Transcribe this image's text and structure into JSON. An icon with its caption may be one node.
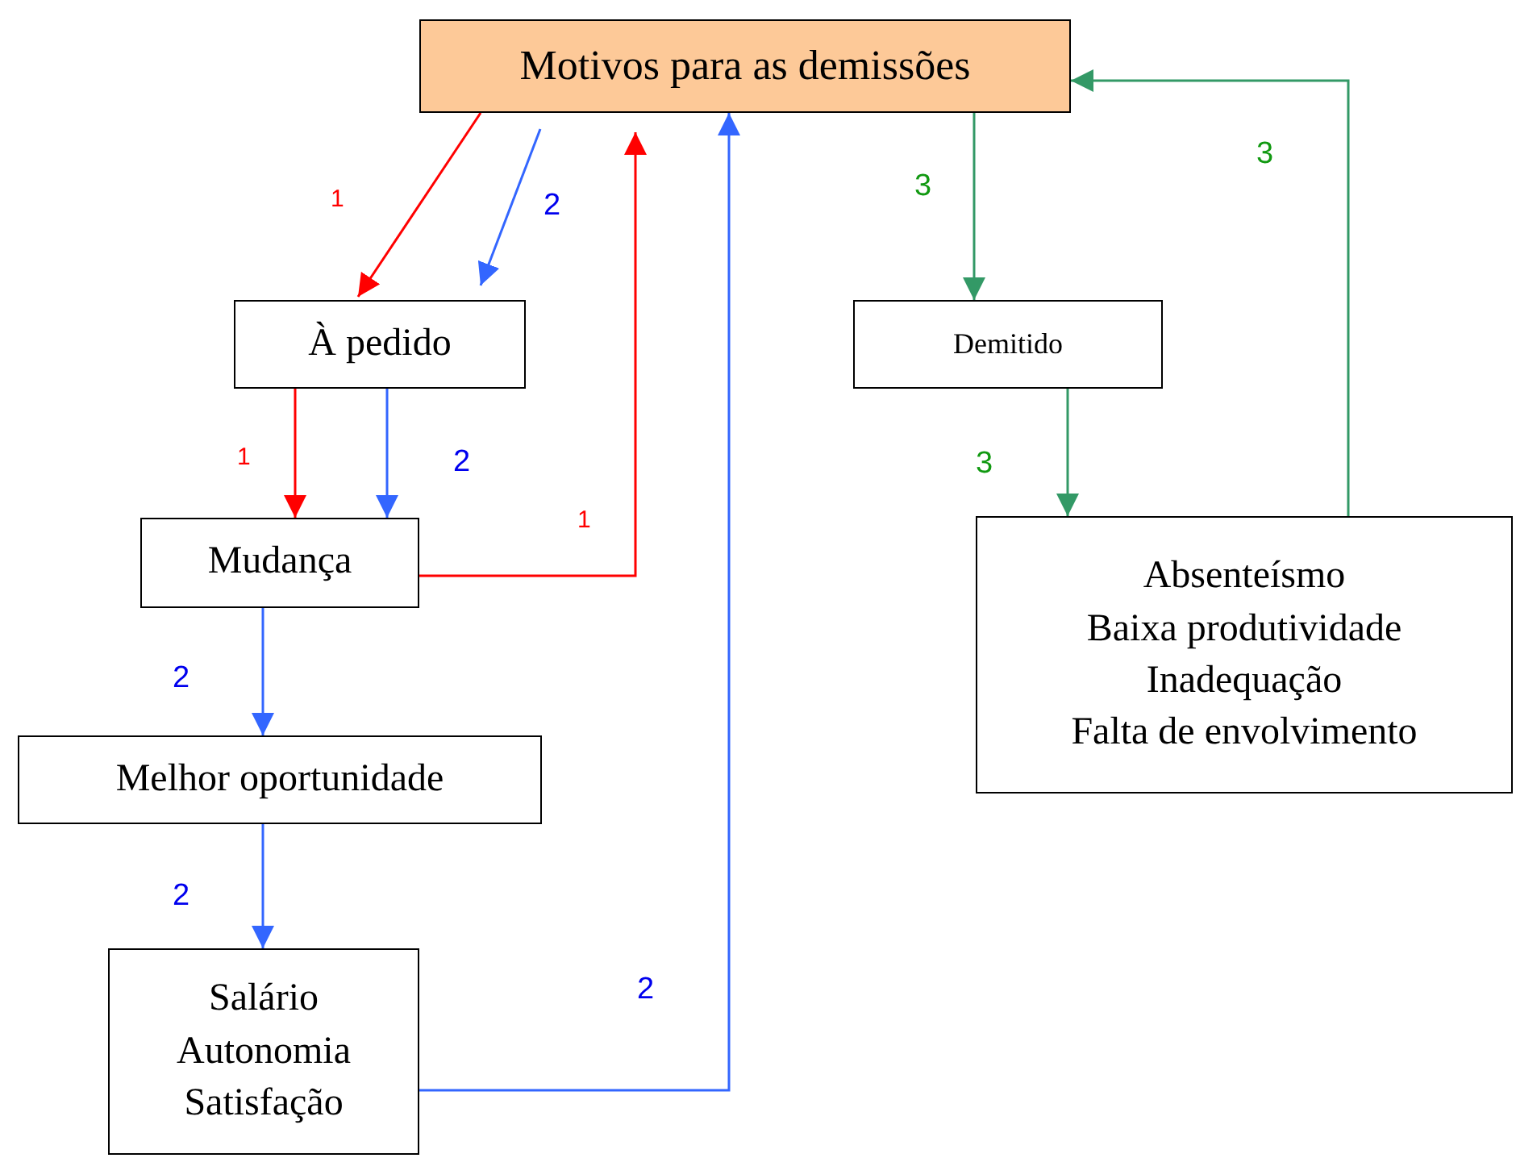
{
  "diagram": {
    "nodes": [
      {
        "text": [
          "Motivos para as demissões"
        ]
      },
      {
        "text": [
          "À pedido"
        ]
      },
      {
        "text": [
          "Demitido"
        ]
      },
      {
        "text": [
          "Mudança"
        ]
      },
      {
        "text": [
          "Absenteísmo",
          "Baixa produtividade",
          "Inadequação",
          "Falta de envolvimento"
        ]
      },
      {
        "text": [
          "Melhor oportunidade"
        ]
      },
      {
        "text": [
          "Salário",
          "Autonomia",
          "Satisfação"
        ]
      }
    ],
    "edges": [
      {
        "from": 0,
        "to": 1,
        "arrow": "to",
        "label": "1",
        "color": "#ff0000"
      },
      {
        "from": 0,
        "to": 1,
        "arrow": "to",
        "label": "2",
        "color": "#3366ff"
      },
      {
        "from": 1,
        "to": 3,
        "arrow": "to",
        "label": "1",
        "color": "#ff0000"
      },
      {
        "from": 1,
        "to": 3,
        "arrow": "to",
        "label": "2",
        "color": "#3366ff"
      },
      {
        "from": 3,
        "to": 0,
        "arrow": "to",
        "label": "1",
        "color": "#ff0000"
      },
      {
        "from": 3,
        "to": 5,
        "arrow": "to",
        "label": "2",
        "color": "#3366ff"
      },
      {
        "from": 5,
        "to": 6,
        "arrow": "to",
        "label": "2",
        "color": "#3366ff"
      },
      {
        "from": 6,
        "to": 0,
        "arrow": "to",
        "label": "2",
        "color": "#3366ff"
      },
      {
        "from": 0,
        "to": 2,
        "arrow": "to",
        "label": "3",
        "color": "#339966"
      },
      {
        "from": 2,
        "to": 4,
        "arrow": "to",
        "label": "3",
        "color": "#339966"
      },
      {
        "from": 4,
        "to": 0,
        "arrow": "to",
        "label": "3",
        "color": "#339966"
      }
    ]
  }
}
